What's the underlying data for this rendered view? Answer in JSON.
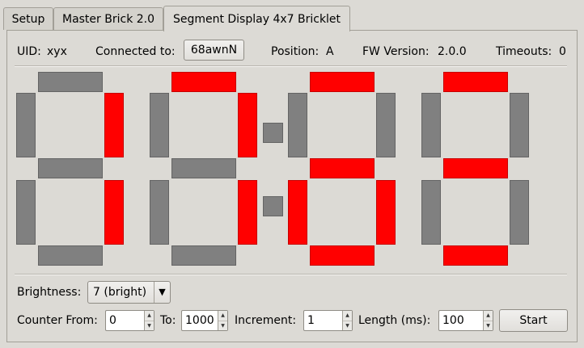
{
  "tabs": [
    {
      "label": "Setup",
      "active": false
    },
    {
      "label": "Master Brick 2.0",
      "active": false
    },
    {
      "label": "Segment Display 4x7 Bricklet",
      "active": true
    }
  ],
  "info": {
    "uid_label": "UID:",
    "uid_value": "xyx",
    "connected_label": "Connected to:",
    "connected_value": "68awnN",
    "position_label": "Position:",
    "position_value": "A",
    "fw_label": "FW Version:",
    "fw_value": "2.0.0",
    "timeouts_label": "Timeouts:",
    "timeouts_value": "0"
  },
  "display": {
    "on_color": "#ff0000",
    "off_color": "#808080",
    "digits": [
      {
        "a": false,
        "b": true,
        "c": true,
        "d": false,
        "e": false,
        "f": false,
        "g": false
      },
      {
        "a": true,
        "b": true,
        "c": true,
        "d": false,
        "e": false,
        "f": false,
        "g": false
      },
      {
        "a": true,
        "b": false,
        "c": true,
        "d": true,
        "e": true,
        "f": false,
        "g": true
      },
      {
        "a": true,
        "b": false,
        "c": false,
        "d": true,
        "e": false,
        "f": false,
        "g": true
      }
    ],
    "colon_top": false,
    "colon_bottom": false
  },
  "brightness": {
    "label": "Brightness:",
    "value": "7 (bright)"
  },
  "counter": {
    "from_label": "Counter From:",
    "from_value": "0",
    "to_label": "To:",
    "to_value": "1000",
    "increment_label": "Increment:",
    "increment_value": "1",
    "length_label": "Length (ms):",
    "length_value": "100",
    "start_label": "Start"
  }
}
